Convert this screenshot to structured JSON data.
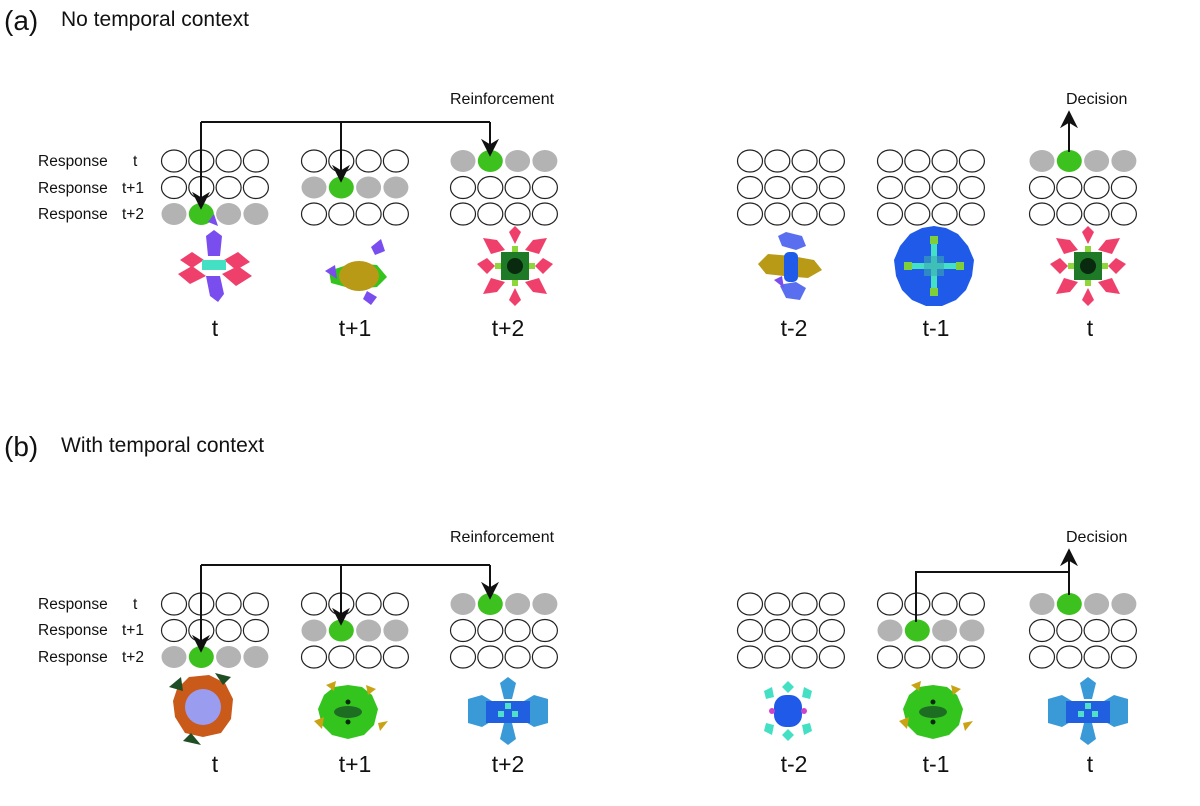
{
  "panels": [
    {
      "label": "(a)",
      "title": "No temporal context",
      "reinforcement_label": "Reinforcement",
      "decision_label": "Decision",
      "row_labels": [
        {
          "name": "Response",
          "time": "t"
        },
        {
          "name": "Response",
          "time": "t+1"
        },
        {
          "name": "Response",
          "time": "t+2"
        }
      ],
      "left_groups": [
        "t",
        "t+1",
        "t+2"
      ],
      "right_groups": [
        "t-2",
        "t-1",
        "t"
      ],
      "decision_from_context": false
    },
    {
      "label": "(b)",
      "title": "With temporal context",
      "reinforcement_label": "Reinforcement",
      "decision_label": "Decision",
      "row_labels": [
        {
          "name": "Response",
          "time": "t"
        },
        {
          "name": "Response",
          "time": "t+1"
        },
        {
          "name": "Response",
          "time": "t+2"
        }
      ],
      "left_groups": [
        "t",
        "t+1",
        "t+2"
      ],
      "right_groups": [
        "t-2",
        "t-1",
        "t"
      ],
      "decision_from_context": true
    }
  ],
  "colors": {
    "active": "#3cc11e",
    "inactive_row": "#b3b3b3",
    "empty": "#ffffff"
  },
  "stimuli_a": [
    "pink-purple-cross",
    "olive-green-blob",
    "pink-green-star",
    "blue-olive-figure",
    "blue-green-disc",
    "pink-green-star"
  ],
  "stimuli_b": [
    "orange-lavender-disc",
    "green-disc",
    "blue-cross",
    "cyan-blue-cross",
    "green-disc",
    "blue-cross"
  ]
}
